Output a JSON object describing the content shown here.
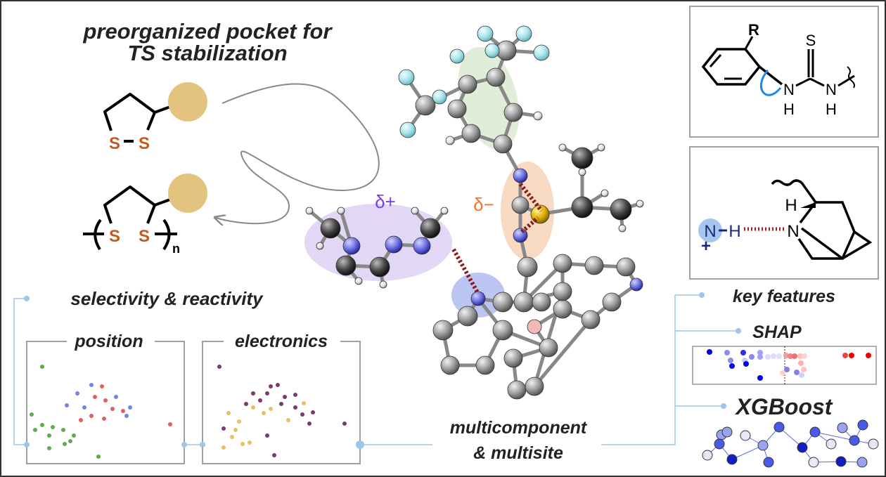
{
  "title": {
    "line1": "preorganized pocket for",
    "line2": "TS stabilization"
  },
  "dithiolane": {
    "s1": "S",
    "s2": "S"
  },
  "polymer": {
    "s1": "S",
    "s2": "S",
    "subscript": "n"
  },
  "charges": {
    "delta_plus": "δ+",
    "delta_minus": "δ−"
  },
  "left_section": {
    "heading": "selectivity & reactivity",
    "panel1": "position",
    "panel2": "electronics"
  },
  "center_label": {
    "line1": "multicomponent",
    "line2": "& multisite"
  },
  "thiourea": {
    "r": "R",
    "s": "S",
    "n1": "N",
    "h1": "H",
    "n2": "N",
    "h2": "H"
  },
  "amine": {
    "n_plus": "N",
    "h": "H",
    "plus": "+",
    "h_top": "H",
    "n_ring": "N"
  },
  "right_section": {
    "key_features": "key features",
    "shap": "SHAP",
    "xgboost": "XGBoost"
  },
  "colors": {
    "text": "#222222",
    "sulfur": "#c8581a",
    "gold": "#e2c47f",
    "connector": "#9fc5e8",
    "border": "#a0a0a0"
  }
}
